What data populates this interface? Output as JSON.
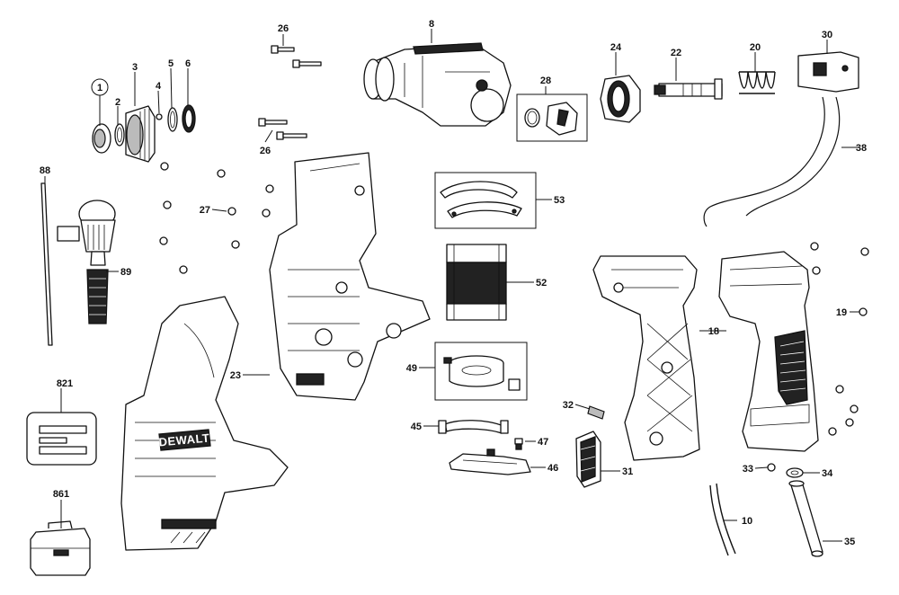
{
  "brand_logo": "DEWALT",
  "parts": [
    {
      "id": "p1",
      "label": "1"
    },
    {
      "id": "p2",
      "label": "2"
    },
    {
      "id": "p3",
      "label": "3"
    },
    {
      "id": "p4",
      "label": "4"
    },
    {
      "id": "p5",
      "label": "5"
    },
    {
      "id": "p6",
      "label": "6"
    },
    {
      "id": "p8",
      "label": "8"
    },
    {
      "id": "p10",
      "label": "10"
    },
    {
      "id": "p18",
      "label": "18"
    },
    {
      "id": "p19",
      "label": "19"
    },
    {
      "id": "p20",
      "label": "20"
    },
    {
      "id": "p22",
      "label": "22"
    },
    {
      "id": "p23",
      "label": "23"
    },
    {
      "id": "p24",
      "label": "24"
    },
    {
      "id": "p26a",
      "label": "26"
    },
    {
      "id": "p26b",
      "label": "26"
    },
    {
      "id": "p27",
      "label": "27"
    },
    {
      "id": "p28",
      "label": "28"
    },
    {
      "id": "p30",
      "label": "30"
    },
    {
      "id": "p31",
      "label": "31"
    },
    {
      "id": "p32",
      "label": "32"
    },
    {
      "id": "p33",
      "label": "33"
    },
    {
      "id": "p34",
      "label": "34"
    },
    {
      "id": "p35",
      "label": "35"
    },
    {
      "id": "p38",
      "label": "38"
    },
    {
      "id": "p45",
      "label": "45"
    },
    {
      "id": "p46",
      "label": "46"
    },
    {
      "id": "p47",
      "label": "47"
    },
    {
      "id": "p49",
      "label": "49"
    },
    {
      "id": "p52",
      "label": "52"
    },
    {
      "id": "p53",
      "label": "53"
    },
    {
      "id": "p88",
      "label": "88"
    },
    {
      "id": "p89",
      "label": "89"
    },
    {
      "id": "p821",
      "label": "821"
    },
    {
      "id": "p861",
      "label": "861"
    }
  ]
}
